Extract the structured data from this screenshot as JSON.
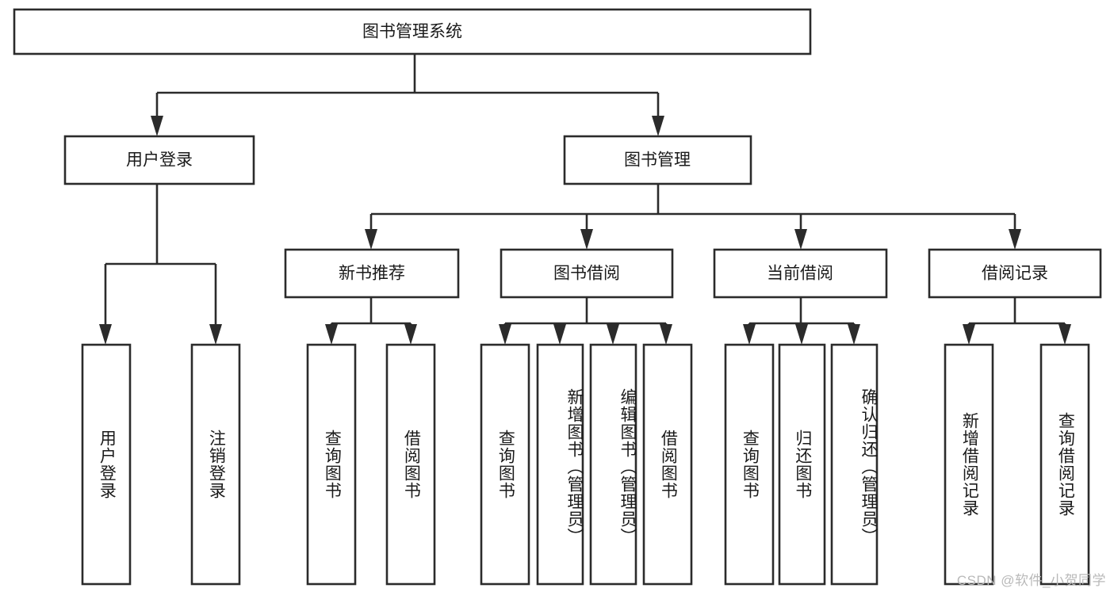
{
  "diagram": {
    "type": "tree-hierarchy",
    "title": "图书管理系统",
    "orientation": "top-down",
    "colors": {
      "background": "#ffffff",
      "box_fill": "#ffffff",
      "box_stroke": "#2b2b2b",
      "connector": "#2b2b2b",
      "text": "#1a1a1a",
      "watermark": "#b9b9b9"
    },
    "root": {
      "id": "root",
      "label": "图书管理系统",
      "orient": "horizontal"
    },
    "level1": [
      {
        "id": "user-login",
        "label": "用户登录",
        "orient": "horizontal"
      },
      {
        "id": "book-management",
        "label": "图书管理",
        "orient": "horizontal"
      }
    ],
    "level2": [
      {
        "id": "new-book-recommend",
        "label": "新书推荐",
        "orient": "horizontal",
        "parent": "book-management"
      },
      {
        "id": "book-borrow",
        "label": "图书借阅",
        "orient": "horizontal",
        "parent": "book-management"
      },
      {
        "id": "current-borrow",
        "label": "当前借阅",
        "orient": "horizontal",
        "parent": "book-management"
      },
      {
        "id": "borrow-record",
        "label": "借阅记录",
        "orient": "horizontal",
        "parent": "book-management"
      }
    ],
    "leaves": [
      {
        "id": "leaf-user-login",
        "label": "用户登录",
        "parent": "user-login",
        "orient": "vertical"
      },
      {
        "id": "leaf-user-logout",
        "label": "注销登录",
        "parent": "user-login",
        "orient": "vertical"
      },
      {
        "id": "leaf-query-book-1",
        "label": "查询图书",
        "parent": "new-book-recommend",
        "orient": "vertical"
      },
      {
        "id": "leaf-borrow-book-1",
        "label": "借阅图书",
        "parent": "new-book-recommend",
        "orient": "vertical"
      },
      {
        "id": "leaf-query-book-2",
        "label": "查询图书",
        "parent": "book-borrow",
        "orient": "vertical"
      },
      {
        "id": "leaf-add-book",
        "label": "新增图书（管理员）",
        "parent": "book-borrow",
        "orient": "vertical"
      },
      {
        "id": "leaf-edit-book",
        "label": "编辑图书（管理员）",
        "parent": "book-borrow",
        "orient": "vertical"
      },
      {
        "id": "leaf-borrow-book-2",
        "label": "借阅图书",
        "parent": "book-borrow",
        "orient": "vertical"
      },
      {
        "id": "leaf-query-book-3",
        "label": "查询图书",
        "parent": "current-borrow",
        "orient": "vertical"
      },
      {
        "id": "leaf-return-book",
        "label": "归还图书",
        "parent": "current-borrow",
        "orient": "vertical"
      },
      {
        "id": "leaf-confirm-return",
        "label": "确认归还（管理员）",
        "parent": "current-borrow",
        "orient": "vertical"
      },
      {
        "id": "leaf-add-record",
        "label": "新增借阅记录",
        "parent": "borrow-record",
        "orient": "vertical"
      },
      {
        "id": "leaf-query-record",
        "label": "查询借阅记录",
        "parent": "borrow-record",
        "orient": "vertical"
      }
    ],
    "watermark": "CSDN @软件_小贺同学"
  }
}
